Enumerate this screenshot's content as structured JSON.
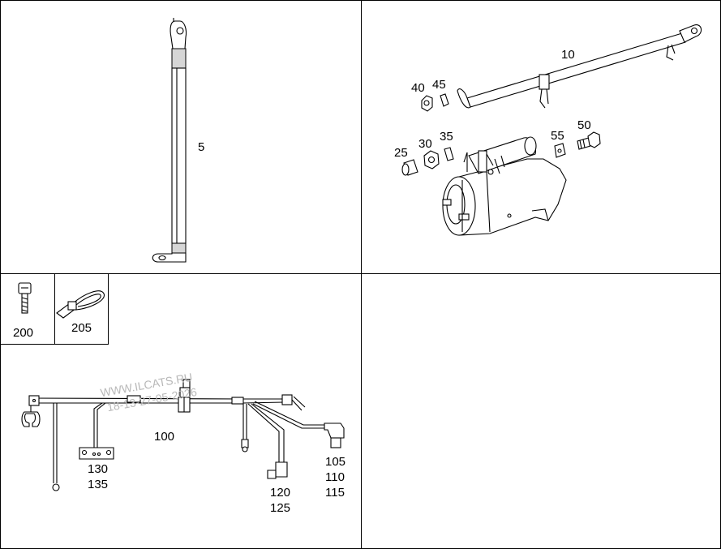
{
  "labels": {
    "p5": "5",
    "p10": "10",
    "p25": "25",
    "p30": "30",
    "p35": "35",
    "p40": "40",
    "p45": "45",
    "p50": "50",
    "p55": "55",
    "p200": "200",
    "p205": "205",
    "p100": "100",
    "p130": "130",
    "p135": "135",
    "p120": "120",
    "p125": "125",
    "p105": "105",
    "p110": "110",
    "p115": "115"
  },
  "watermark": {
    "site": "WWW.ILCATS.RU",
    "date": "18-13-27-05-2026"
  }
}
